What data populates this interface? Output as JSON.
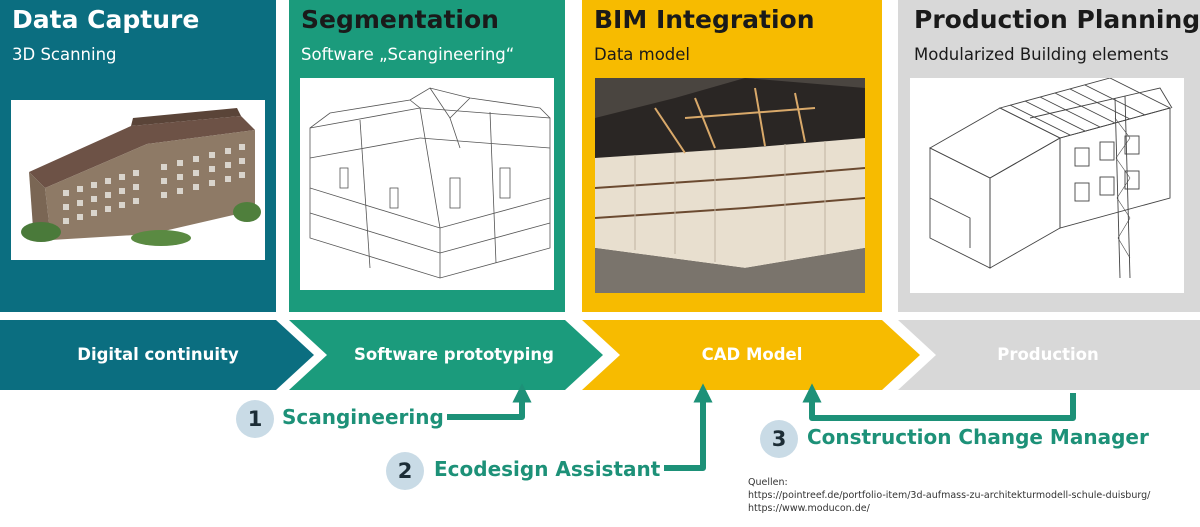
{
  "colors": {
    "teal": "#0b6e80",
    "green": "#1b9b7c",
    "yellow": "#f7bb00",
    "grey": "#d8d8d8",
    "tool_green": "#1d9178",
    "circle": "#c9dbe6"
  },
  "panels": [
    {
      "title": "Data Capture",
      "subtitle": "3D Scanning"
    },
    {
      "title": "Segmentation",
      "subtitle": "Software „Scangineering“"
    },
    {
      "title": "BIM Integration",
      "subtitle": "Data model"
    },
    {
      "title": "Production Planning",
      "subtitle": "Modularized Building elements"
    }
  ],
  "flow": [
    {
      "label": "Digital continuity"
    },
    {
      "label": "Software prototyping"
    },
    {
      "label": "CAD Model"
    },
    {
      "label": "Production"
    }
  ],
  "tools": [
    {
      "number": "1",
      "label": "Scangineering"
    },
    {
      "number": "2",
      "label": "Ecodesign Assistant"
    },
    {
      "number": "3",
      "label": "Construction Change Manager"
    }
  ],
  "sources": {
    "heading": "Quellen:",
    "links": [
      "https://pointreef.de/portfolio-item/3d-aufmass-zu-architekturmodell-schule-duisburg/",
      "https://www.moducon.de/"
    ]
  }
}
